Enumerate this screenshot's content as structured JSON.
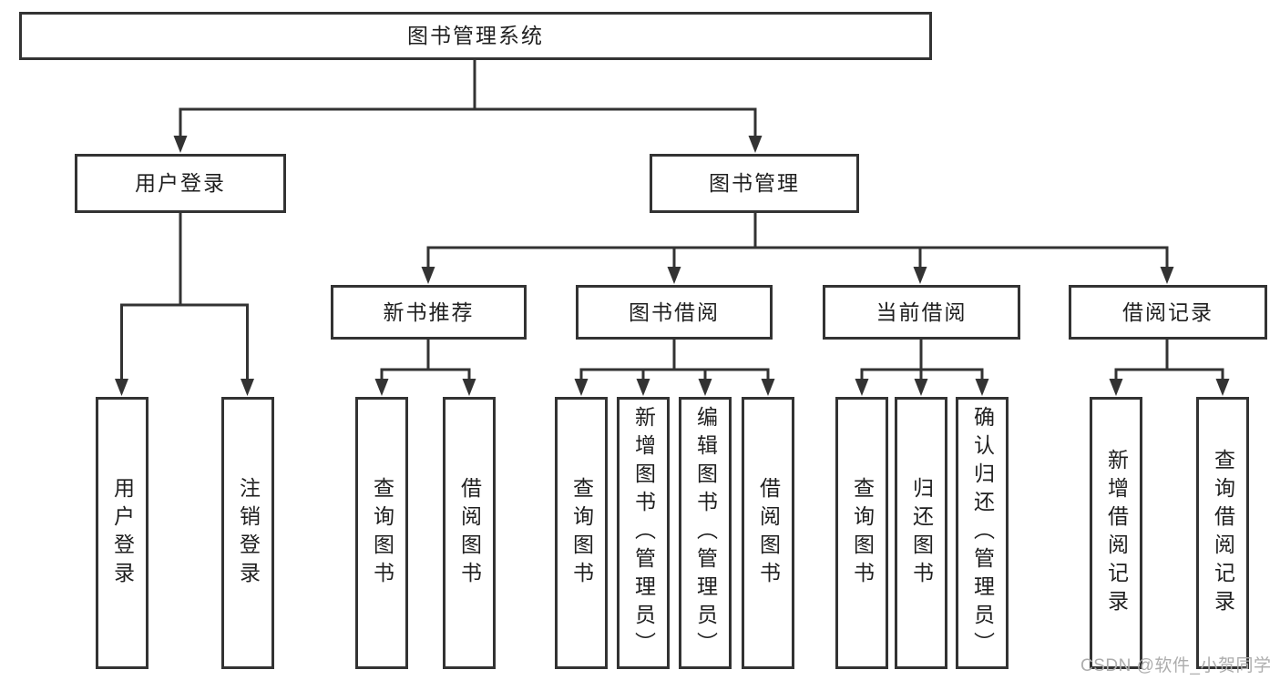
{
  "colors": {
    "line": "#333333",
    "text": "#1f1f1f",
    "watermark": "#adadad",
    "background": "#ffffff"
  },
  "tree": {
    "root": {
      "label": "图书管理系统"
    },
    "login": {
      "label": "用户登录",
      "children": [
        {
          "label": "用户登录"
        },
        {
          "label": "注销登录"
        }
      ]
    },
    "management": {
      "label": "图书管理",
      "sections": [
        {
          "label": "新书推荐",
          "children": [
            {
              "label": "查询图书"
            },
            {
              "label": "借阅图书"
            }
          ]
        },
        {
          "label": "图书借阅",
          "children": [
            {
              "label": "查询图书"
            },
            {
              "label": "新增图书（管理员）"
            },
            {
              "label": "编辑图书（管理员）"
            },
            {
              "label": "借阅图书"
            }
          ]
        },
        {
          "label": "当前借阅",
          "children": [
            {
              "label": "查询图书"
            },
            {
              "label": "归还图书"
            },
            {
              "label": "确认归还（管理员）"
            }
          ]
        },
        {
          "label": "借阅记录",
          "children": [
            {
              "label": "新增借阅记录"
            },
            {
              "label": "查询借阅记录"
            }
          ]
        }
      ]
    }
  },
  "watermark": {
    "text": "CSDN @软件_小贺同学"
  }
}
